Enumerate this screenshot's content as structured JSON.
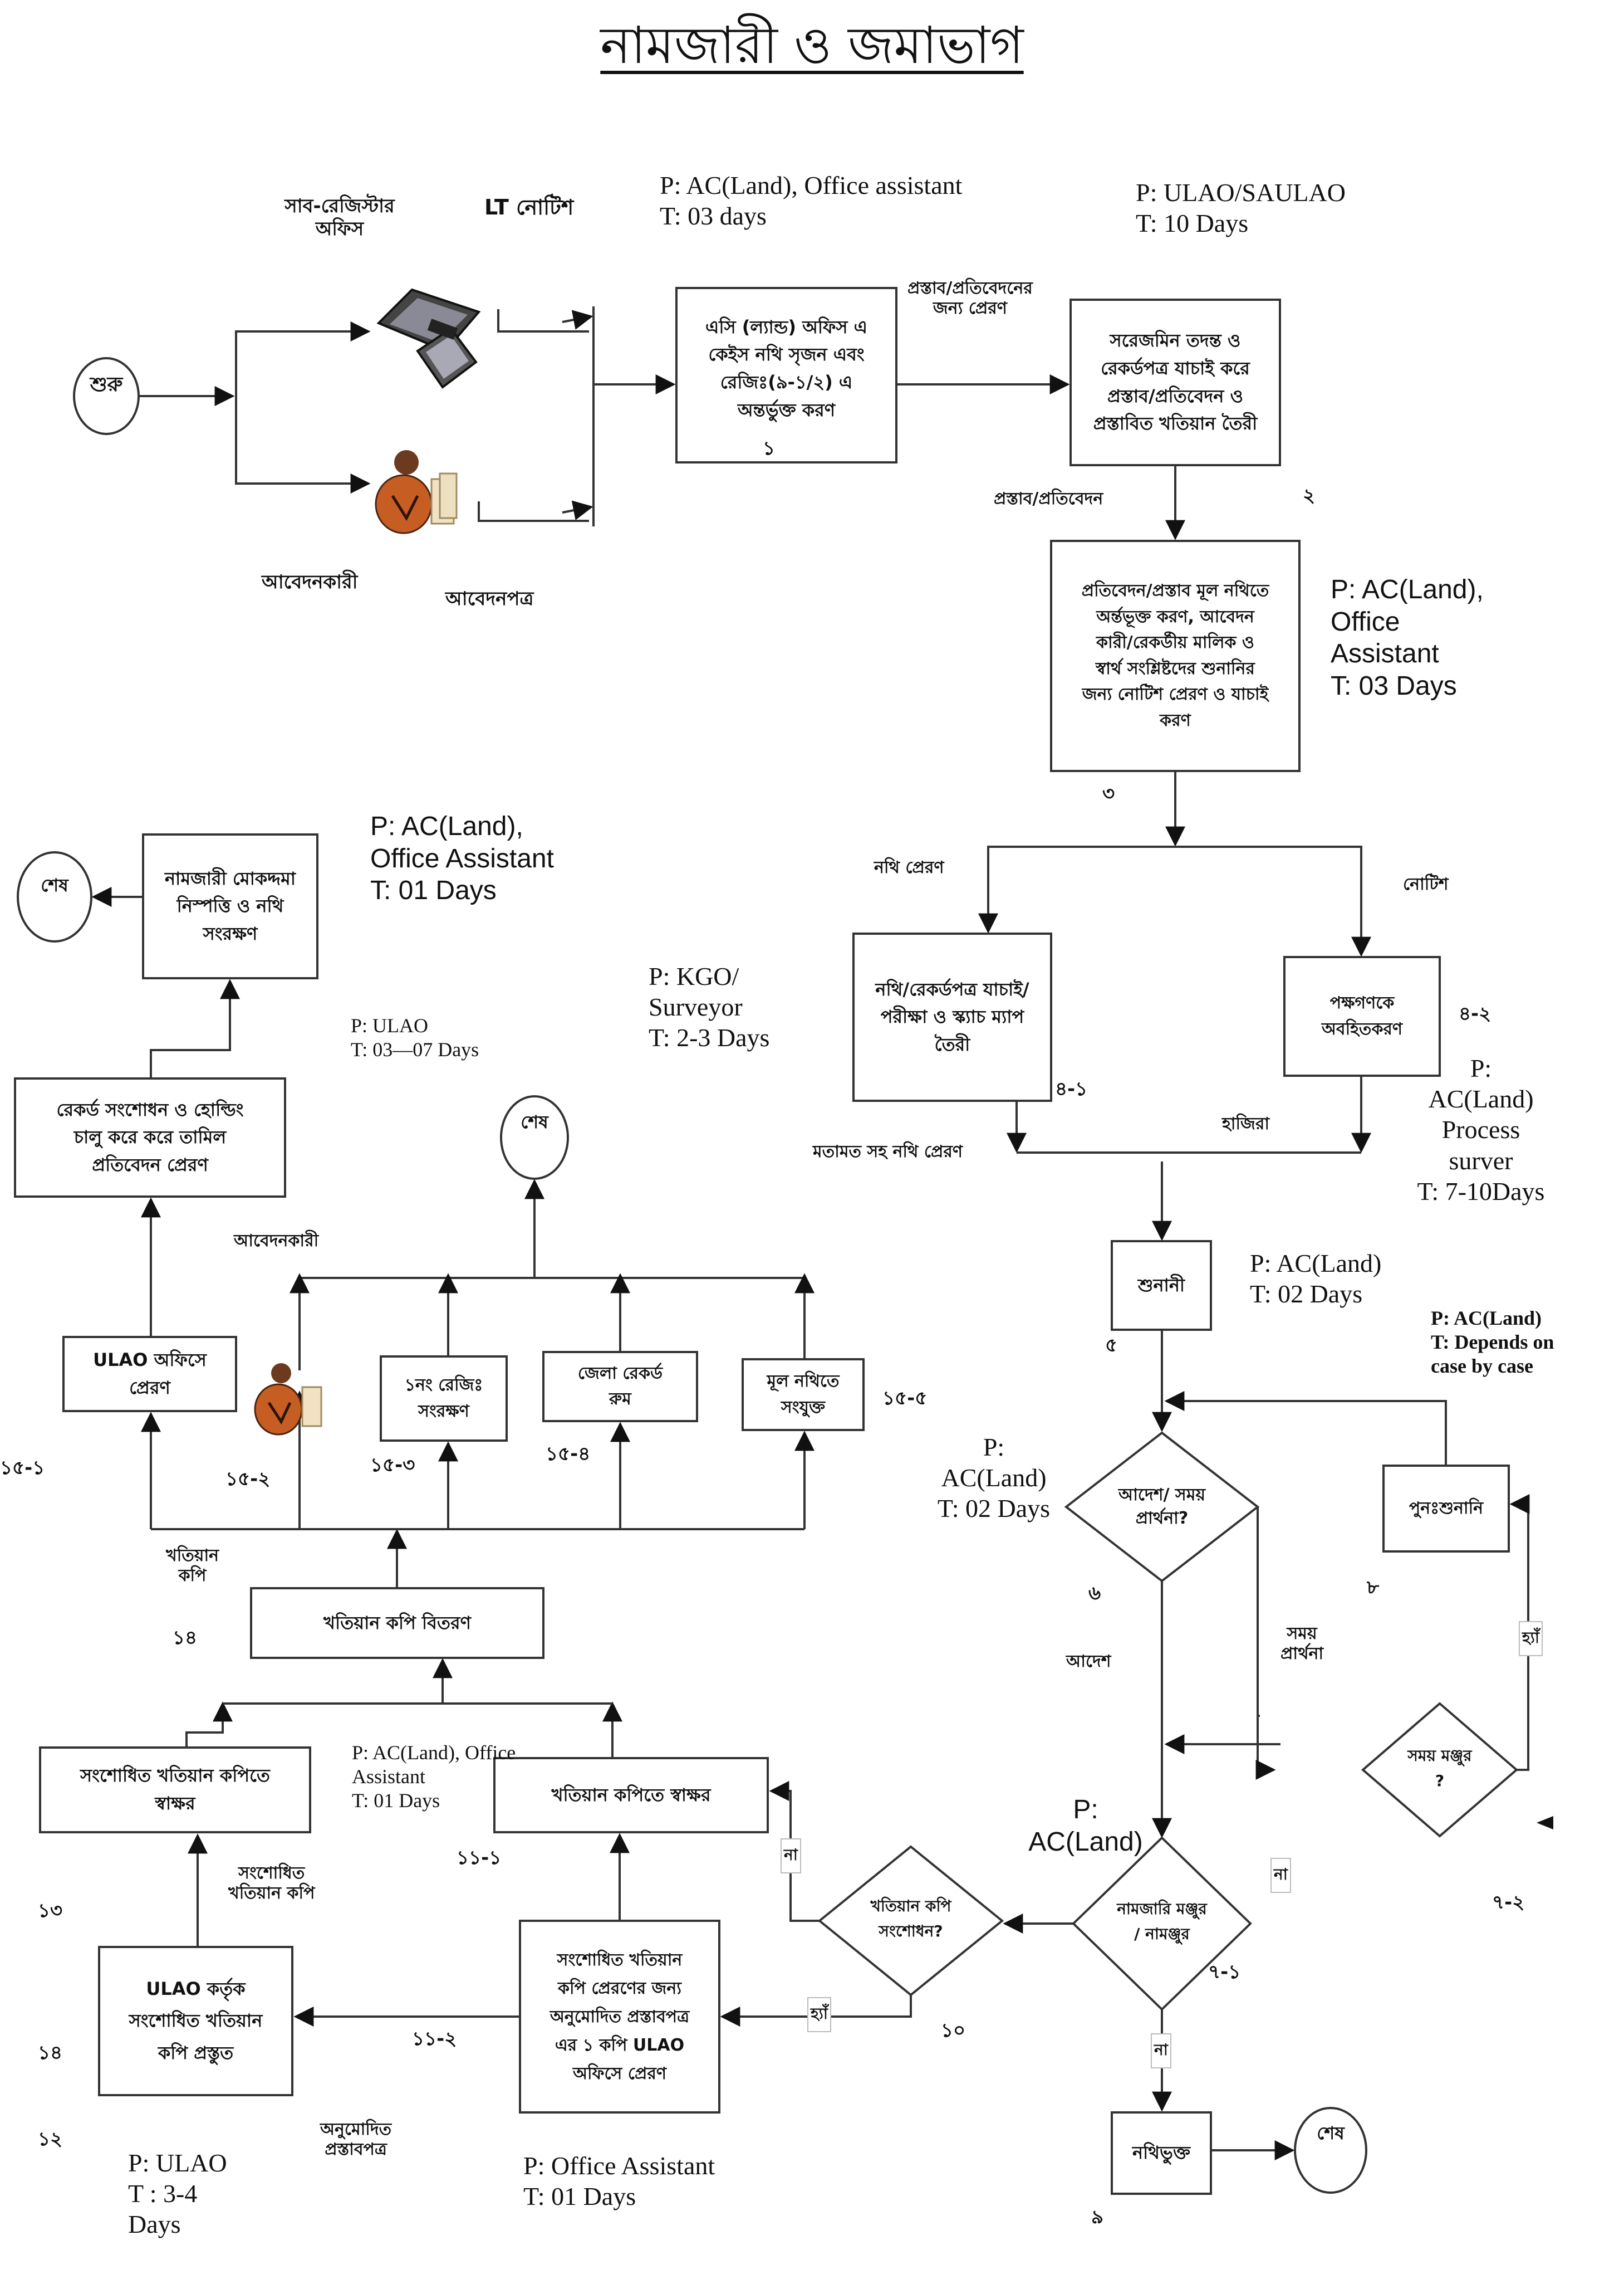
{
  "title": "নামজারী ও জমাভাগ",
  "nodes": {
    "start": "শুরু",
    "sub_registrar_label": "সাব-রেজিস্টার\nঅফিস",
    "lt_notice": "LT নোটিশ",
    "applicant_label": "আবেদনকারী",
    "application_label": "আবেদনপত্র",
    "step1": "এসি (ল্যান্ড) অফিস এ\nকেইস নথি সৃজন এবং\nরেজিঃ(৯-১/২) এ\nঅন্তর্ভুক্ত করণ",
    "step1_num": "১",
    "edge_1_2": "প্রস্তাব/প্রতিবেদনের\nজন্য প্রেরণ",
    "step2": "সরেজমিন তদন্ত ও\nরেকর্ডপত্র যাচাই করে\nপ্রস্তাব/প্রতিবেদন ও\nপ্রস্তাবিত খতিয়ান তৈরী",
    "step2_num": "২",
    "edge_2_3": "প্রস্তাব/প্রতিবেদন",
    "step3": "প্রতিবেদন/প্রস্তাব মূল নথিতে\nঅর্ন্তভূক্ত করণ, আবেদন\nকারী/রেকর্ডীয় মালিক ও\nস্বার্থ সংশ্লিষ্টদের শুনানির\nজন্য নোটিশ প্রেরণ ও যাচাই\nকরণ",
    "step3_num": "৩",
    "edge_3_41": "নথি প্রেরণ",
    "edge_3_42": "নোটিশ",
    "step4_1": "নথি/রেকর্ডপত্র যাচাই/\nপরীক্ষা ও স্ক্যাচ ম্যাপ\nতৈরী",
    "step4_1_num": "৪-১",
    "step4_2": "পক্ষগণকে\nঅবহিতকরণ",
    "step4_2_num": "৪-২",
    "edge_41_5": "মতামত সহ নথি প্রেরণ",
    "edge_42_5": "হাজিরা",
    "step5": "শুনানী",
    "step5_num": "৫",
    "step6": "আদেশ/ সময়\nপ্রার্থনা?",
    "step6_num": "৬",
    "edge_6_order": "আদেশ",
    "edge_6_time": "সময়\nপ্রার্থনা",
    "step7_2": "সময় মঞ্জুর\n?",
    "step7_2_num": "৭-২",
    "step8": "পুনঃশুনানি",
    "step8_num": "৮",
    "yes": "হ্যাঁ",
    "no": "না",
    "step7_1": "নামজারি মঞ্জুর\n/ নামঞ্জুর",
    "step7_1_num": "৭-১",
    "step9": "নথিভুক্ত",
    "step9_num": "৯",
    "end": "শেষ",
    "step10": "খতিয়ান কপি\nসংশোধন?",
    "step10_num": "১০",
    "step11_1": "খতিয়ান কপিতে স্বাক্ষর",
    "step11_1_num": "১১-১",
    "step11_2": "সংশোধিত খতিয়ান\nকপি প্রেরণের জন্য\nঅনুমোদিত প্রস্তাবপত্র\nএর ১ কপি ULAO\nঅফিসে প্রেরণ",
    "step11_2_num": "১১-২",
    "edge_11_2_12": "অনুমোদিত\nপ্রস্তাবপত্র",
    "step12": "ULAO কর্তৃক\nসংশোধিত খতিয়ান\nকপি প্রস্তুত",
    "step12_num": "১২",
    "step13": "সংশোধিত খতিয়ান কপিতে\nস্বাক্ষর",
    "step13_num": "১৩",
    "edge_12_13": "সংশোধিত\nখতিয়ান কপি",
    "step14_side_num": "১৪",
    "step14": "খতিয়ান কপি বিতরণ",
    "step14_num": "১৪",
    "edge_14": "খতিয়ান\nকপি",
    "step15_1": "ULAO অফিসে\nপ্রেরণ",
    "step15_1_num": "১৫-১",
    "step15_2_num": "১৫-২",
    "step15_2_label": "আবেদনকারী",
    "step15_3": "১নং রেজিঃ\nসংরক্ষণ",
    "step15_3_num": "১৫-৩",
    "step15_4": "জেলা রেকর্ড\nরুম",
    "step15_4_num": "১৫-৪",
    "step15_5": "মূল নথিতে\nসংযুক্ত",
    "step15_5_num": "১৫-৫",
    "step16": "রেকর্ড সংশোধন ও হোল্ডিং\nচালু করে  করে তামিল\nপ্রতিবেদন প্রেরণ",
    "step17": "নামজারী মোকদ্দমা\nনিস্পত্তি ও নথি\nসংরক্ষণ"
  },
  "annotations": {
    "step1": "P: AC(Land), Office assistant\nT: 03 days",
    "step2": "P: ULAO/SAULAO\nT: 10 Days",
    "step3": "P:  AC(Land),\n  Office\nAssistant\nT:  03 Days",
    "step4_1": "P: KGO/\n   Surveyor\nT: 2-3 Days",
    "step4_2": "P:\nAC(Land)\nProcess\nsurver\nT: 7-10Days",
    "step5": "P: AC(Land)\n T: 02 Days",
    "step8": "P: AC(Land)\nT: Depends on\n    case by case",
    "step6": "P:\nAC(Land)\nT: 02 Days",
    "step7_1": "P:\nAC(Land)",
    "step11_1": "P: AC(Land), Office\nAssistant\nT: 01 Days",
    "step11_2": "P: Office Assistant\nT: 01 Days",
    "step12": "P: ULAO\nT : 3-4\nDays",
    "step16": "P: ULAO\nT: 03—07 Days",
    "step17": "P:  AC(Land),\n   Office Assistant\nT:  01 Days"
  }
}
